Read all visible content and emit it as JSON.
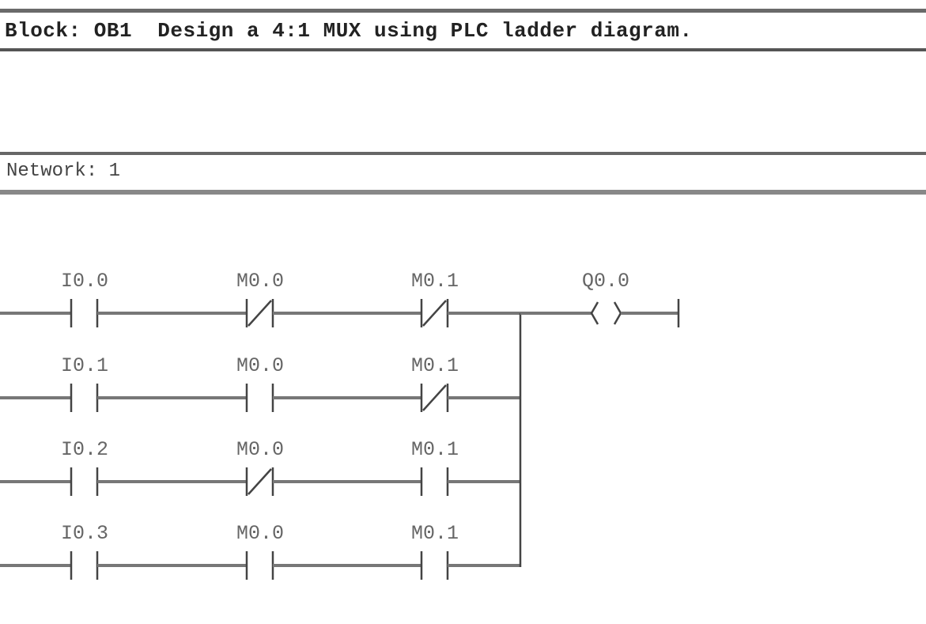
{
  "block": {
    "label": "Block:",
    "name": "OB1",
    "title": "Design a 4:1 MUX using PLC ladder diagram."
  },
  "network": {
    "label": "Network:",
    "number": "1"
  },
  "ladder": {
    "rungs": [
      {
        "contacts": [
          {
            "address": "I0.0",
            "type": "NO"
          },
          {
            "address": "M0.0",
            "type": "NC"
          },
          {
            "address": "M0.1",
            "type": "NC"
          }
        ]
      },
      {
        "contacts": [
          {
            "address": "I0.1",
            "type": "NO"
          },
          {
            "address": "M0.0",
            "type": "NO"
          },
          {
            "address": "M0.1",
            "type": "NC"
          }
        ]
      },
      {
        "contacts": [
          {
            "address": "I0.2",
            "type": "NO"
          },
          {
            "address": "M0.0",
            "type": "NC"
          },
          {
            "address": "M0.1",
            "type": "NO"
          }
        ]
      },
      {
        "contacts": [
          {
            "address": "I0.3",
            "type": "NO"
          },
          {
            "address": "M0.0",
            "type": "NO"
          },
          {
            "address": "M0.1",
            "type": "NO"
          }
        ]
      }
    ],
    "coil": {
      "address": "Q0.0",
      "type": "output-coil"
    }
  }
}
